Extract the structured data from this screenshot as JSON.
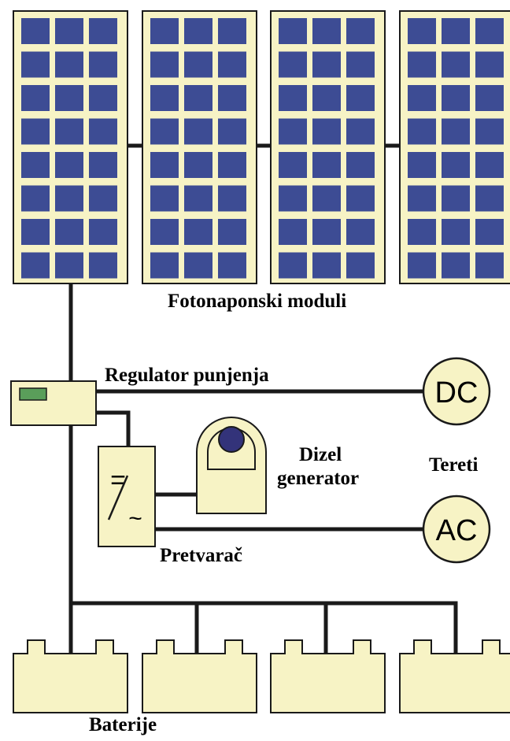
{
  "labels": {
    "pv_modules": "Fotonaponski moduli",
    "charge_controller": "Regulator punjenja",
    "diesel_line1": "Dizel",
    "diesel_line2": "generator",
    "loads": "Tereti",
    "inverter": "Pretvarač",
    "batteries": "Baterije",
    "dc_load": "DC",
    "ac_load": "AC",
    "inverter_symbol_top": "=",
    "inverter_symbol_bottom": "~"
  },
  "colors": {
    "cell": "#3d4c94",
    "frame": "#f7f3c5",
    "outline": "#1a1a1a",
    "controller_led": "#5a9e5a",
    "generator_port": "#33337a"
  },
  "counts": {
    "pv_modules": 4,
    "batteries": 4,
    "cells_per_module_rows": 8,
    "cells_per_module_cols": 3
  }
}
